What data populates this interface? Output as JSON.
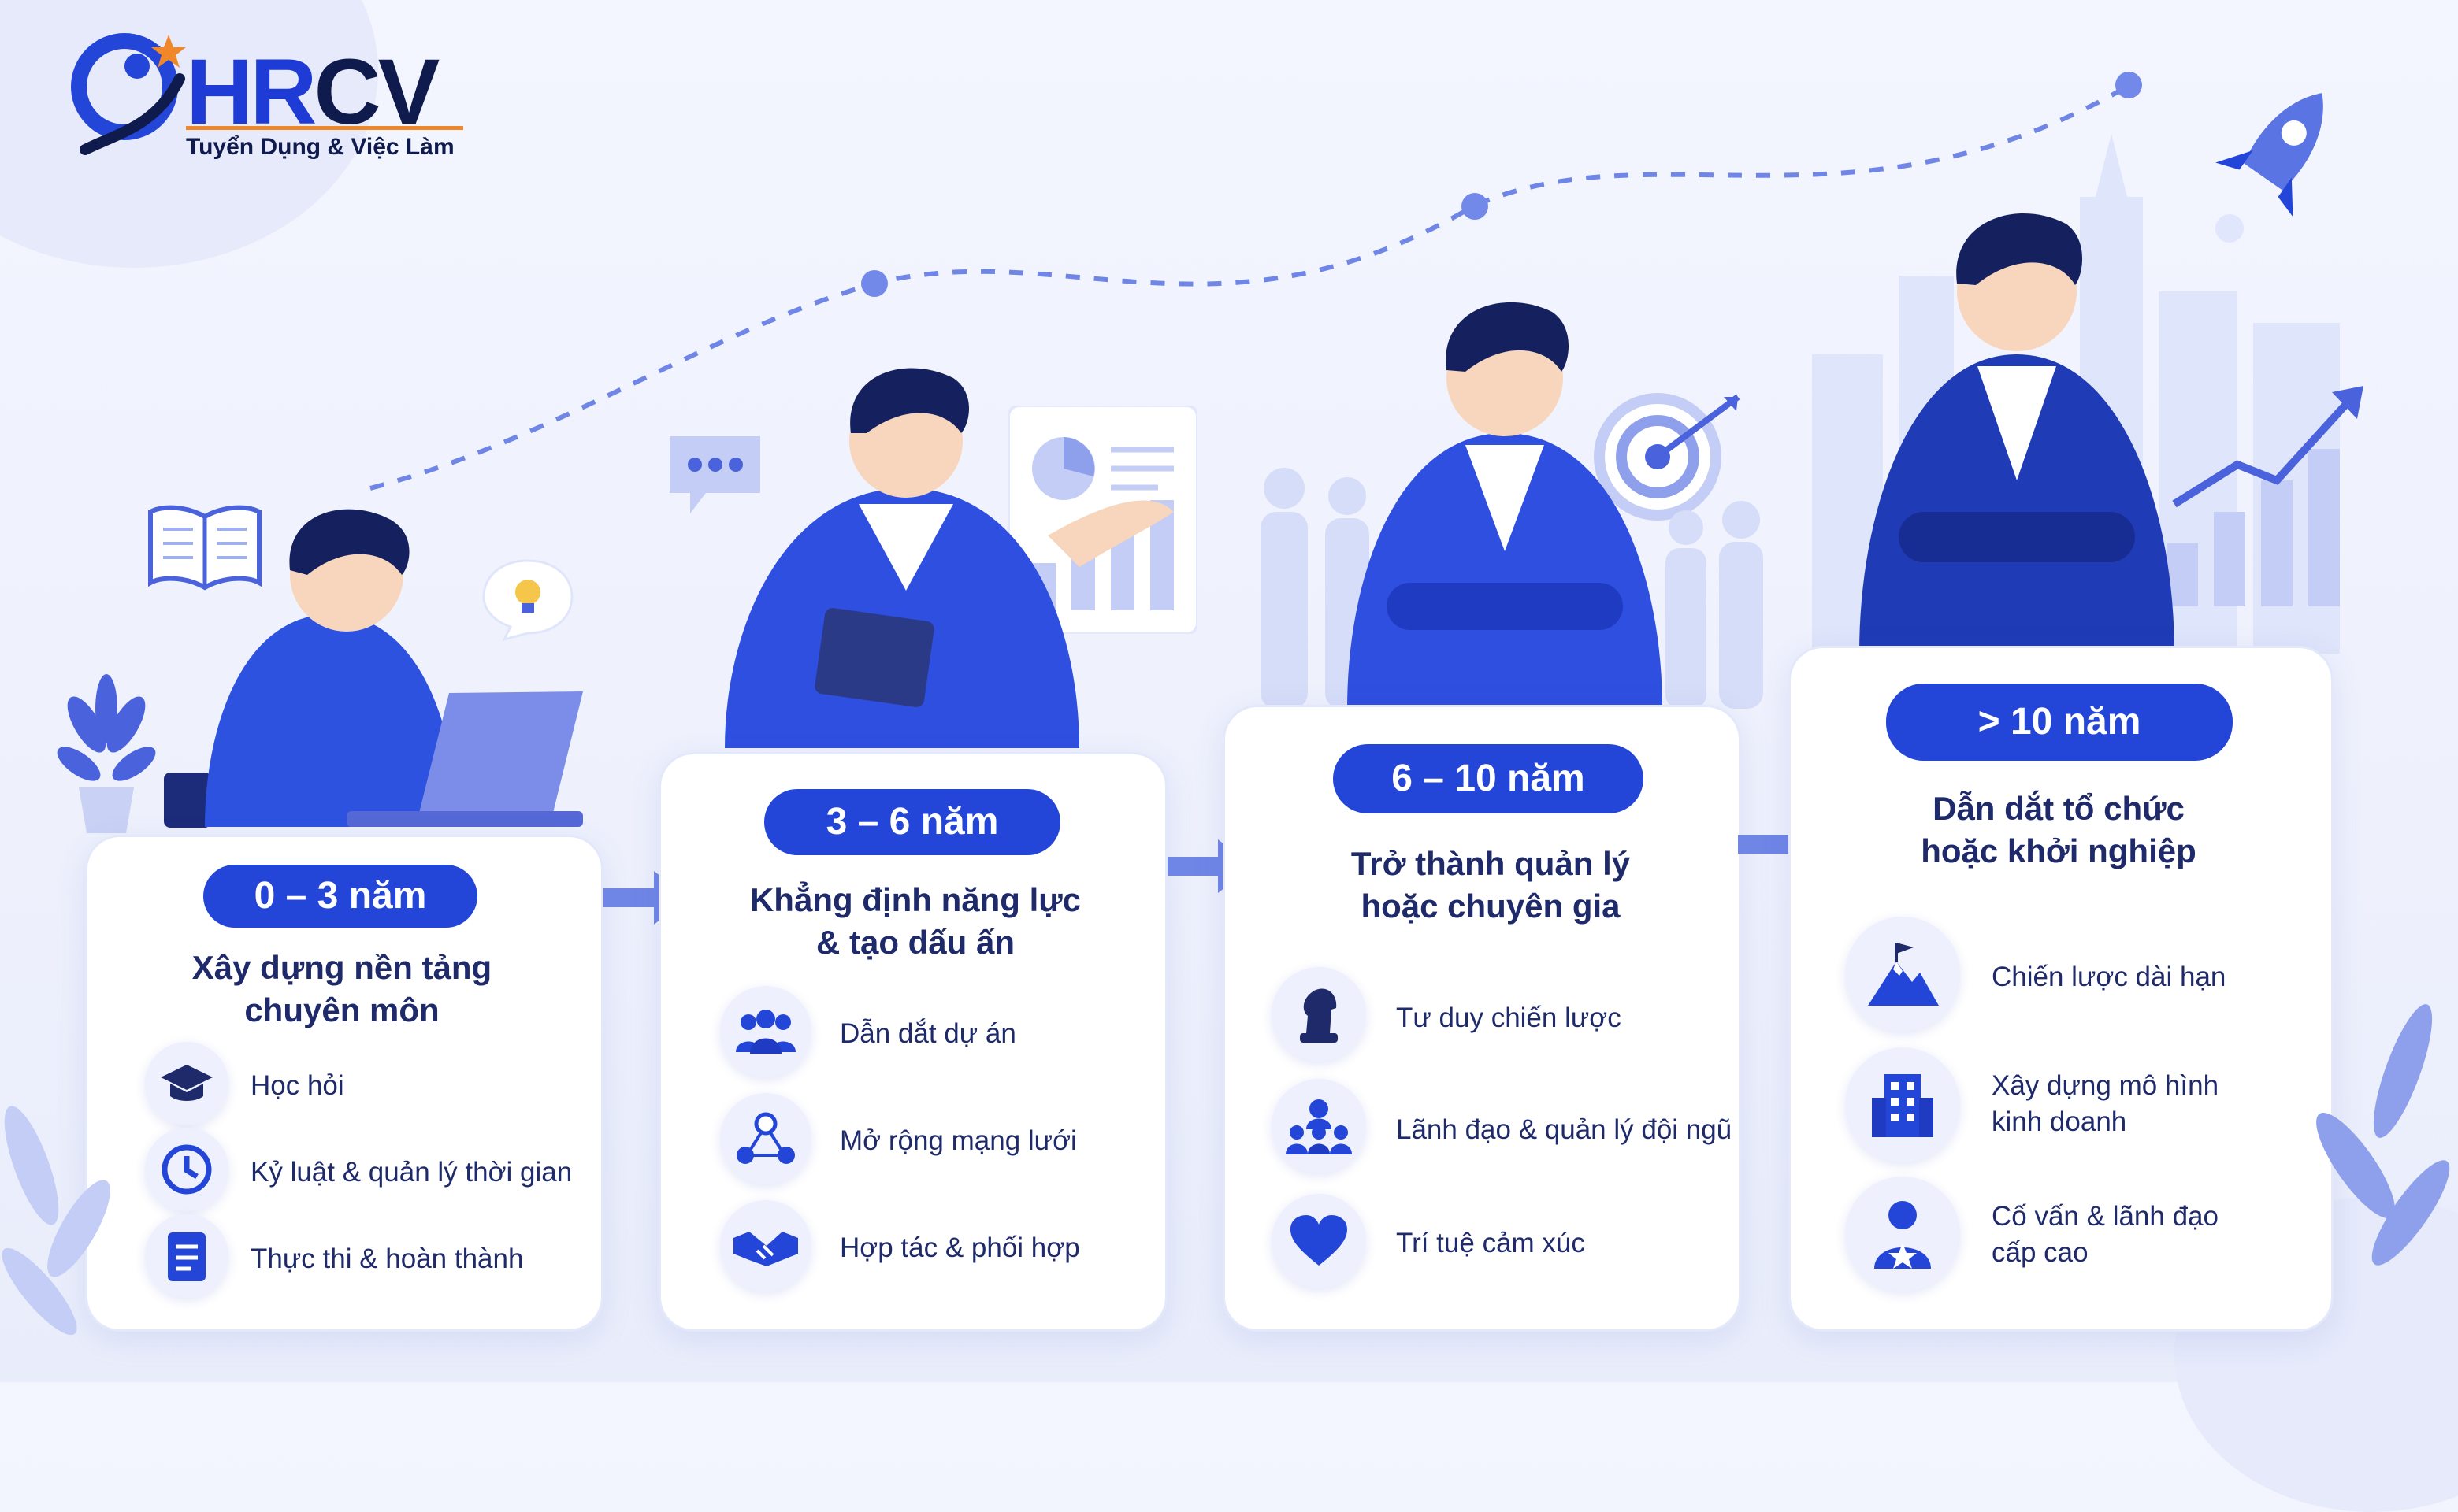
{
  "brand": {
    "logo_text_hr": "HR",
    "logo_text_cv": "CV",
    "tagline": "Tuyển Dụng & Việc Làm"
  },
  "colors": {
    "primary": "#2446d8",
    "navy": "#1f2a6b",
    "accent_orange": "#f0882a",
    "light": "#eef1fd"
  },
  "stages": [
    {
      "period": "0 – 3 năm",
      "title_line1": "Xây dựng nền tảng",
      "title_line2": "chuyên môn",
      "items": [
        {
          "icon": "graduation-cap-icon",
          "label": "Học hỏi"
        },
        {
          "icon": "clock-icon",
          "label": "Kỷ luật & quản lý thời gian"
        },
        {
          "icon": "checklist-icon",
          "label": "Thực thi & hoàn thành"
        }
      ]
    },
    {
      "period": "3 – 6 năm",
      "title_line1": "Khẳng định năng lực",
      "title_line2": "& tạo dấu ấn",
      "items": [
        {
          "icon": "team-icon",
          "label": "Dẫn dắt dự án"
        },
        {
          "icon": "network-icon",
          "label": "Mở rộng mạng lưới"
        },
        {
          "icon": "handshake-icon",
          "label": "Hợp tác & phối hợp"
        }
      ]
    },
    {
      "period": "6 – 10 năm",
      "title_line1": "Trở thành quản lý",
      "title_line2": "hoặc chuyên gia",
      "items": [
        {
          "icon": "chess-knight-icon",
          "label": "Tư duy chiến lược"
        },
        {
          "icon": "leader-team-icon",
          "label": "Lãnh đạo & quản lý đội ngũ"
        },
        {
          "icon": "heart-icon",
          "label": "Trí tuệ cảm xúc"
        }
      ]
    },
    {
      "period": "> 10 năm",
      "title_line1": "Dẫn dắt tổ chức",
      "title_line2": "hoặc khởi nghiệp",
      "items": [
        {
          "icon": "mountain-flag-icon",
          "label_line1": "Chiến lược dài hạn",
          "label_line2": ""
        },
        {
          "icon": "building-icon",
          "label_line1": "Xây dựng mô hình",
          "label_line2": "kinh doanh"
        },
        {
          "icon": "advisor-star-icon",
          "label_line1": "Cố vấn & lãnh đạo",
          "label_line2": "cấp cao"
        }
      ]
    }
  ]
}
